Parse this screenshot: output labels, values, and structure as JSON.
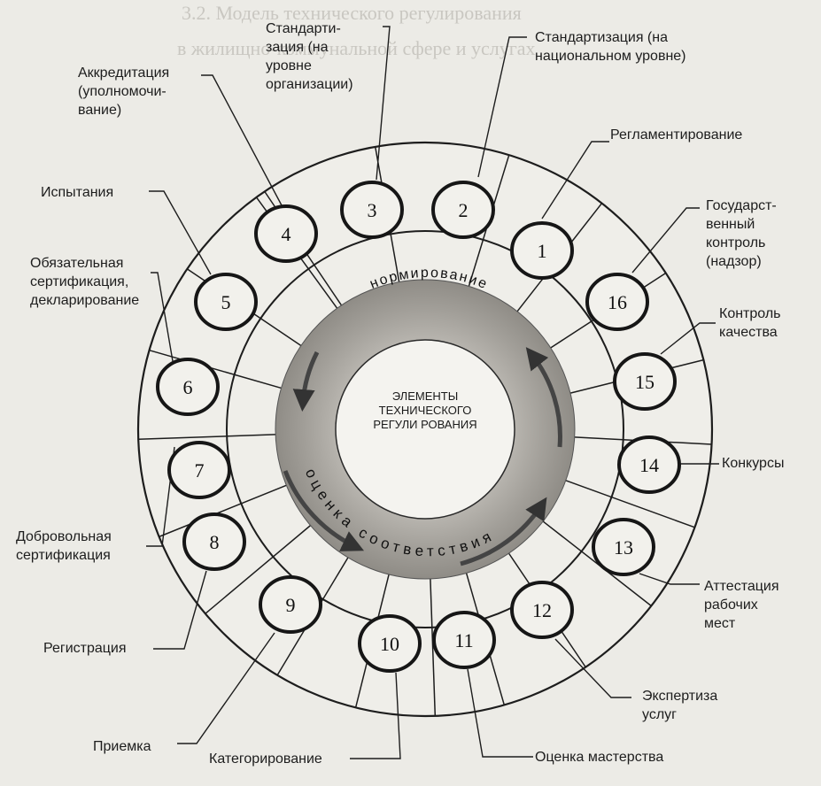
{
  "header": {
    "title_line1": "3.2. Модель технического регулирования",
    "title_line2": "в жилищно-коммунальной сфере и услугах"
  },
  "center": {
    "line1": "ЭЛЕМЕНТЫ",
    "line2": "ТЕХНИЧЕСКОГО",
    "line3": "РЕГУЛИ РОВАНИЯ"
  },
  "arc_labels": {
    "top": "нормирование",
    "bottom": "оценка соответствия"
  },
  "nodes": [
    "1",
    "2",
    "3",
    "4",
    "5",
    "6",
    "7",
    "8",
    "9",
    "10",
    "11",
    "12",
    "13",
    "14",
    "15",
    "16"
  ],
  "labels": {
    "n1": [
      "Регламентирование"
    ],
    "n2": [
      "Стандартизация (на",
      "национальном уровне)"
    ],
    "n3": [
      "Стандарти-",
      "зация (на",
      "уровне",
      "организации)"
    ],
    "n4": [
      "Аккредитация",
      "(уполномочи-",
      "вание)"
    ],
    "n5": [
      "Испытания"
    ],
    "n6": [
      "Обязательная",
      "сертификация,",
      "декларирование"
    ],
    "n7": [
      "Добровольная",
      "сертификация"
    ],
    "n8": [
      "Регистрация"
    ],
    "n9": [
      "Приемка"
    ],
    "n10": [
      "Категорирование"
    ],
    "n11": [
      "Оценка мастерства"
    ],
    "n12": [
      "Экспертиза",
      "услуг"
    ],
    "n13": [
      "Аттестация",
      "рабочих",
      "мест"
    ],
    "n14": [
      "Конкурсы"
    ],
    "n15": [
      "Контроль",
      "качества"
    ],
    "n16": [
      "Государст-",
      "венный",
      "контроль",
      "(надзор)"
    ]
  },
  "colors": {
    "ink": "#1d1d1d",
    "paper": "#ecebe6",
    "band": "#a9a6a0"
  }
}
